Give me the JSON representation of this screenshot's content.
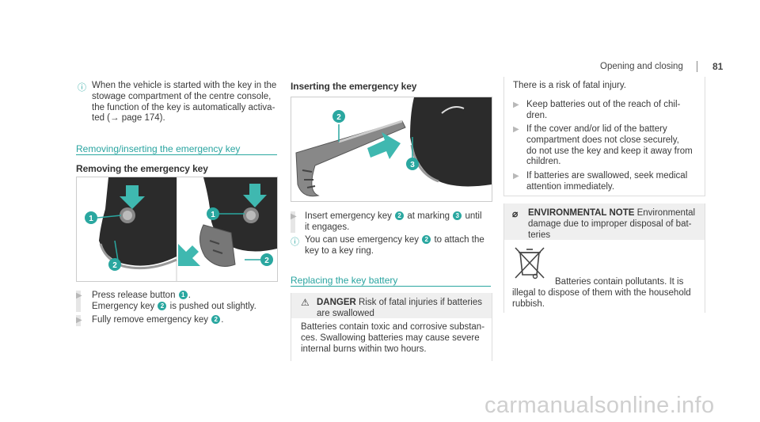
{
  "header": {
    "section": "Opening and closing",
    "page": "81"
  },
  "col1": {
    "note": "When the vehicle is started with the key in the stowage compartment of the centre console, the function of the key is automatically activated (→ page 174).",
    "note_lines": [
      "When the vehicle is started with the key in the",
      "stowage compartment of the centre console,",
      "the function of the key is automatically activa‐",
      "ted (→ page 174)."
    ],
    "section_title": "Removing/inserting the emergency key",
    "subsection_title": "Removing the emergency key",
    "step1_lines": [
      "Press release button",
      "Emergency key",
      "is pushed out slightly."
    ],
    "step2_text": "Fully remove emergency key",
    "badges": {
      "b1": "1",
      "b2": "2"
    }
  },
  "col2": {
    "subsection_title": "Inserting the emergency key",
    "step_lines": [
      "Insert emergency key",
      "at marking",
      "until",
      "it engages."
    ],
    "info_lines": [
      "You can use emergency key",
      "to attach the",
      "key to a key ring."
    ],
    "section_title": "Replacing the key battery",
    "danger_label": "DANGER",
    "danger_title_lines": [
      "Risk of fatal injuries if batteries",
      "are swallowed"
    ],
    "danger_body_lines": [
      "Batteries contain toxic and corrosive substan‐",
      "ces. Swallowing batteries may cause severe",
      "internal burns within two hours."
    ],
    "badges": {
      "b2": "2",
      "b3": "3"
    }
  },
  "col3": {
    "risk_line": "There is a risk of fatal injury.",
    "bullets": [
      [
        "Keep batteries out of the reach of chil‐",
        "dren."
      ],
      [
        "If the cover and/or lid of the battery",
        "compartment does not close securely,",
        "do not use the key and keep it away from",
        "children."
      ],
      [
        "If batteries are swallowed, seek medical",
        "attention immediately."
      ]
    ],
    "env_label": "ENVIRONMENTAL NOTE",
    "env_title_lines": [
      "Environmental",
      "damage due to improper disposal of bat‐",
      "teries"
    ],
    "env_body_lines": [
      "Batteries contain pollutants. It is",
      "illegal to dispose of them with the household",
      "rubbish."
    ]
  },
  "watermark": "carmanualsonline.info"
}
